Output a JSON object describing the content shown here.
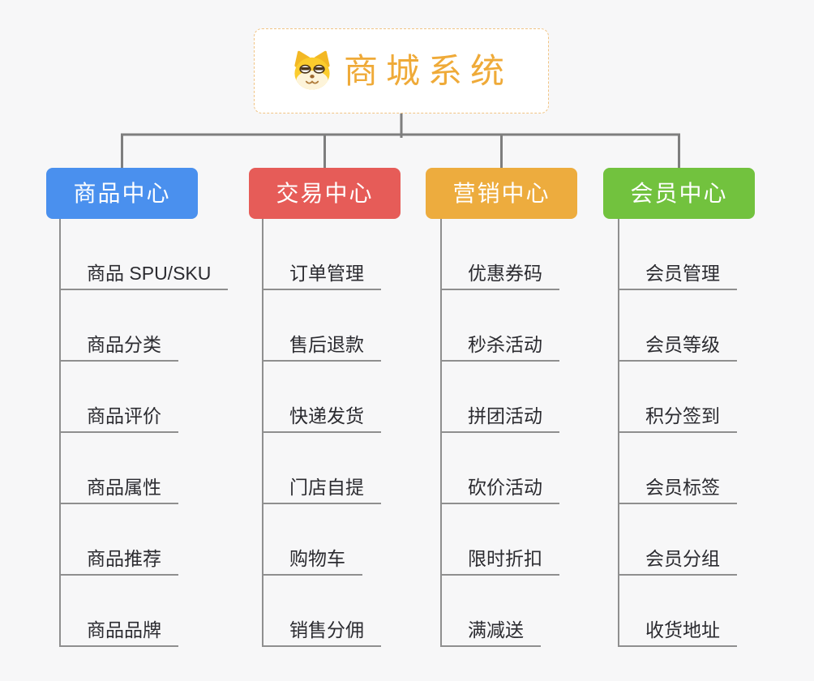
{
  "page": {
    "background_color": "#f7f7f8",
    "connector_color": "#7e7e7e",
    "underline_color": "#8f8f8f"
  },
  "root": {
    "title": "商城系统",
    "icon": "doge-icon",
    "text_color": "#efaa38",
    "border_color": "#f1c484"
  },
  "branches": [
    {
      "label": "商品中心",
      "color": "#4a90ee",
      "items": [
        "商品 SPU/SKU",
        "商品分类",
        "商品评价",
        "商品属性",
        "商品推荐",
        "商品品牌"
      ]
    },
    {
      "label": "交易中心",
      "color": "#e65c58",
      "items": [
        "订单管理",
        "售后退款",
        "快递发货",
        "门店自提",
        "购物车",
        "销售分佣"
      ]
    },
    {
      "label": "营销中心",
      "color": "#edac3e",
      "items": [
        "优惠券码",
        "秒杀活动",
        "拼团活动",
        "砍价活动",
        "限时折扣",
        "满减送"
      ]
    },
    {
      "label": "会员中心",
      "color": "#72c23e",
      "items": [
        "会员管理",
        "会员等级",
        "积分签到",
        "会员标签",
        "会员分组",
        "收货地址"
      ]
    }
  ]
}
